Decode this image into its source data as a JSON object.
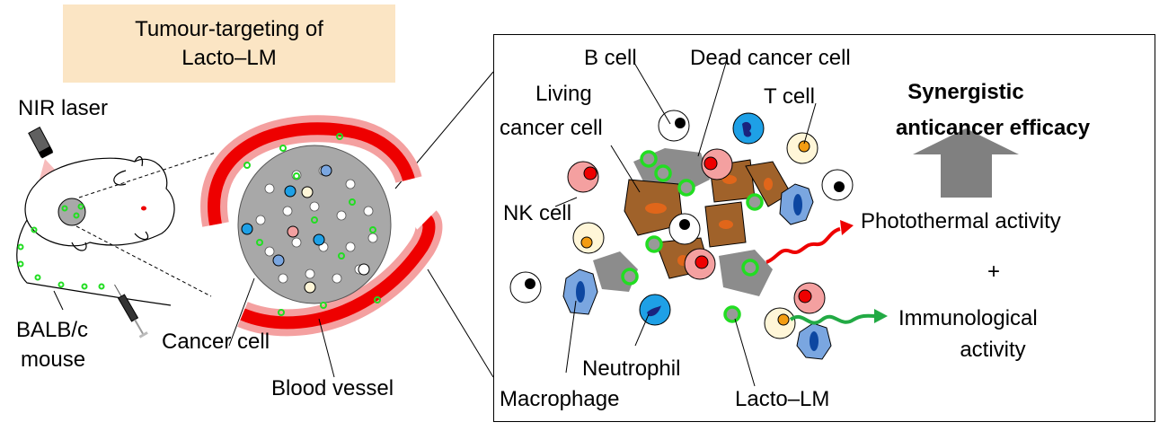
{
  "title_box": {
    "line1": "Tumour-targeting of",
    "line2": "Lacto–LM",
    "background": "#fbe5c4"
  },
  "left_labels": {
    "nir_laser": "NIR laser",
    "mouse_line1": "BALB/c",
    "mouse_line2": "mouse",
    "cancer_cell": "Cancer cell",
    "blood_vessel": "Blood vessel"
  },
  "panel_labels": {
    "b_cell": "B cell",
    "dead_cancer_cell": "Dead cancer cell",
    "living_line1": "Living",
    "living_line2": "cancer cell",
    "t_cell": "T cell",
    "nk_cell": "NK cell",
    "neutrophil": "Neutrophil",
    "macrophage": "Macrophage",
    "lacto_lm": "Lacto–LM"
  },
  "outcome": {
    "title_line1": "Synergistic",
    "title_line2": "anticancer efficacy",
    "photothermal": "Photothermal activity",
    "plus": "+",
    "immuno_line1": "Immunological",
    "immuno_line2": "activity"
  },
  "colors": {
    "vessel_red": "#ee0000",
    "endothelial_pink": "#f4a0a0",
    "cancer_gray": "#a8a8a8",
    "living_brown": "#a0622a",
    "nanoparticle_green": "#22dd22",
    "neutrophil_blue": "#1ea0e6",
    "macrophage_blue": "#7aa6e0",
    "arrow_gray": "#808080",
    "photothermal_red": "#ee0000",
    "immuno_green": "#22aa44"
  }
}
